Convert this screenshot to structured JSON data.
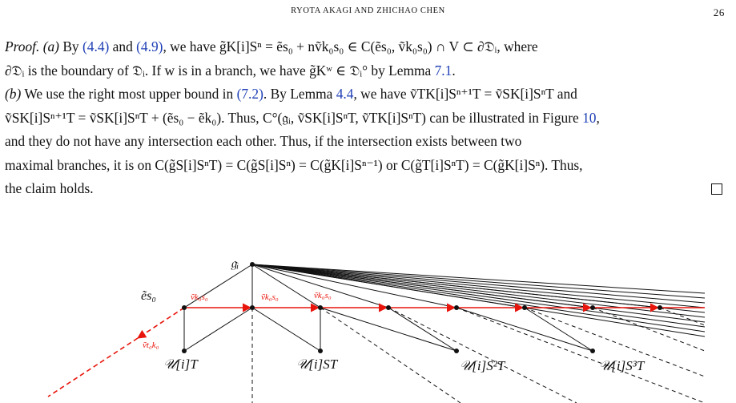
{
  "header": {
    "running_head": "RYOTA AKAGI AND ZHICHAO CHEN",
    "page_number": "26"
  },
  "proof": {
    "label": "Proof.",
    "part_a": "(a)",
    "by": "By",
    "ref_4_4": "(4.4)",
    "ref_4_9": "(4.9)",
    "line1_text": "we have g̃K[i]Sⁿ = ẽs₀ + nṽk₀s₀ ∈ C(ẽs₀, ṽk₀s₀) ∩ V ⊂ ∂𝔇ᵢ, where",
    "line2_text": "∂𝔇ᵢ is the boundary of 𝔇ᵢ. If w is in a branch, we have g̃Kʷ ∈ 𝔇ᵢ° by Lemma",
    "ref_7_1": "7.1",
    "part_b": "(b)",
    "line3_a": "We use the right most upper bound in",
    "ref_7_2": "(7.2)",
    "line3_b": ". By Lemma",
    "ref_lemma_4_4": "4.4",
    "line3_c": ", we have ṽTK[i]Sⁿ⁺¹T = ṽSK[i]SⁿT and",
    "line4_a": "ṽSK[i]Sⁿ⁺¹T = ṽSK[i]SⁿT + (ẽs₀ − ẽk₀). Thus, C°(𝔤ᵢ, ṽSK[i]SⁿT, ṽTK[i]SⁿT) can be illustrated in Figure",
    "ref_fig_10": "10",
    "line5_text": "and they do not have any intersection each other. Thus, if the intersection exists between two",
    "line6_text": "maximal branches, it is on C(g̃S[i]SⁿT) = C(g̃S[i]Sⁿ) = C(g̃K[i]Sⁿ⁻¹) or C(g̃T[i]SⁿT) = C(g̃K[i]Sⁿ). Thus,",
    "line7_text": "the claim holds."
  },
  "figure": {
    "labels": {
      "g_i": "𝔤ᵢ",
      "e_s0": "ẽs₀",
      "v_k0s0": "ṽk₀s₀",
      "v_t0k0": "ṽt₀k₀",
      "U_T": "𝒰[i]T",
      "U_ST": "𝒰[i]ST",
      "U_S2T": "𝒰[i]S²T",
      "U_S3T": "𝒰[i]S³T"
    },
    "colors": {
      "accent": "#e8150c",
      "ink": "#111111"
    }
  }
}
